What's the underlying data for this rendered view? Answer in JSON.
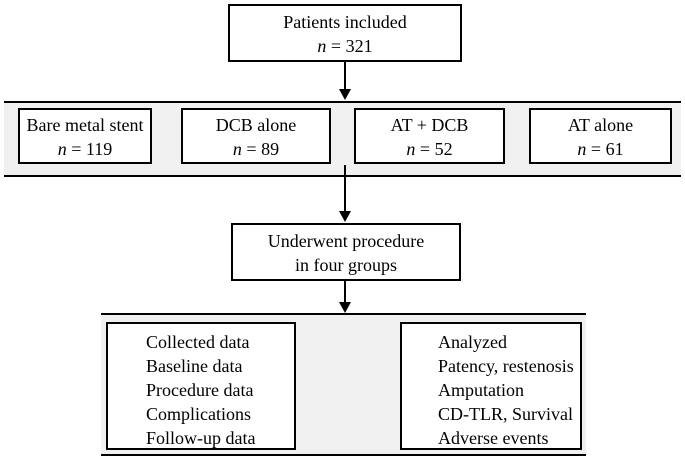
{
  "top": {
    "title": "Patients included",
    "n_label": "n",
    "n_value": " = 321"
  },
  "groups": [
    {
      "label": "Bare metal stent",
      "n_label": "n",
      "n_value": " = 119"
    },
    {
      "label": "DCB alone",
      "n_label": "n",
      "n_value": " = 89"
    },
    {
      "label": "AT + DCB",
      "n_label": "n",
      "n_value": " = 52"
    },
    {
      "label": "AT alone",
      "n_label": "n",
      "n_value": " = 61"
    }
  ],
  "procedure": {
    "line1": "Underwent procedure",
    "line2": "in four groups"
  },
  "collected": {
    "items": [
      "Collected data",
      "Baseline data",
      "Procedure data",
      "Complications",
      "Follow-up data"
    ]
  },
  "analyzed": {
    "items": [
      "Analyzed",
      "Patency, restenosis",
      "Amputation",
      "CD-TLR, Survival",
      "Adverse events"
    ]
  }
}
